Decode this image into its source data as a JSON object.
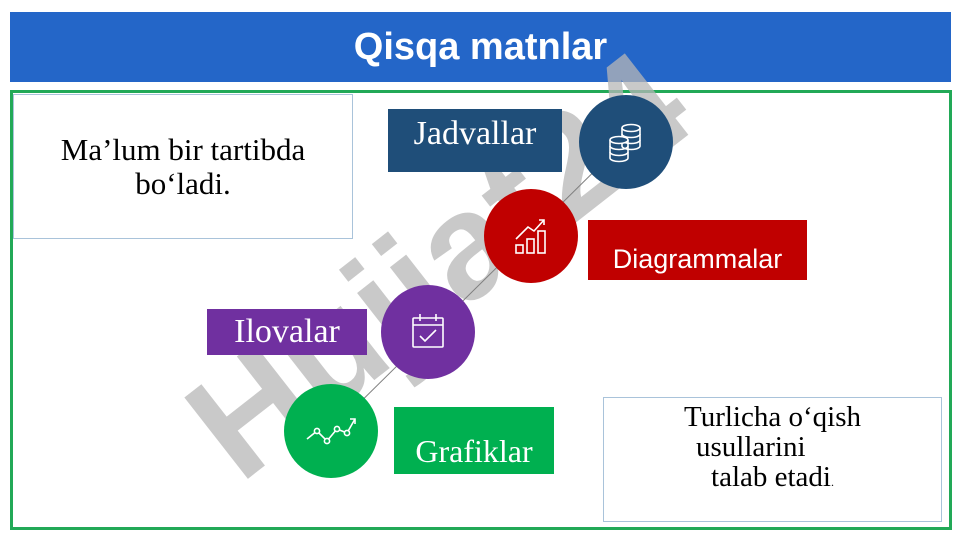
{
  "title": "Qisqa matnlar",
  "left_box_text": "Ma’lum bir tartibda bo‘ladi.",
  "right_box": {
    "line1": "Turlicha o‘qish",
    "line2": "usullarini",
    "line3": "talab etadi",
    "trail": "."
  },
  "labels": {
    "jadvallar": "Jadvallar",
    "diagrammalar": "Diagrammalar",
    "ilovalar": "Ilovalar",
    "grafiklar": "Grafiklar"
  },
  "watermark": "Hujjat24",
  "colors": {
    "header": "#2466c8",
    "frame": "#22a957",
    "navy": "#1f4e79",
    "red": "#c00000",
    "purple": "#7030a0",
    "green": "#00b050"
  },
  "icons": {
    "jadvallar": "database-icon",
    "diagrammalar": "growth-chart-icon",
    "ilovalar": "calendar-check-icon",
    "grafiklar": "line-graph-icon"
  }
}
